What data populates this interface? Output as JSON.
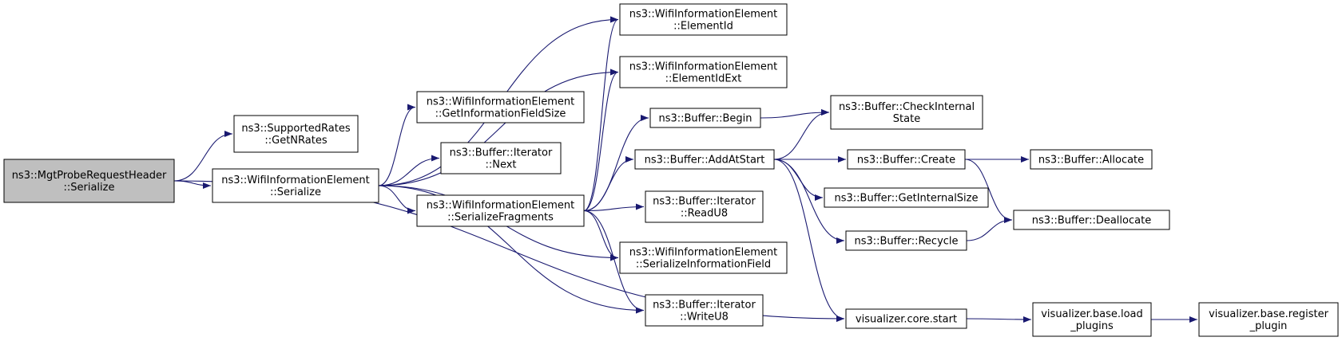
{
  "colors": {
    "node_fill": "#ffffff",
    "root_fill": "#bfbfbf",
    "node_stroke": "#000000",
    "edge": "#191970"
  },
  "nodes": [
    {
      "id": "mgt_serialize",
      "lines": [
        "ns3::MgtProbeRequestHeader",
        "::Serialize"
      ],
      "root": true
    },
    {
      "id": "supported_getnrates",
      "lines": [
        "ns3::SupportedRates",
        "::GetNRates"
      ]
    },
    {
      "id": "wie_serialize",
      "lines": [
        "ns3::WifiInformationElement",
        "::Serialize"
      ]
    },
    {
      "id": "wie_elementid",
      "lines": [
        "ns3::WifiInformationElement",
        "::ElementId"
      ]
    },
    {
      "id": "wie_elementidext",
      "lines": [
        "ns3::WifiInformationElement",
        "::ElementIdExt"
      ]
    },
    {
      "id": "wie_getinfofieldsize",
      "lines": [
        "ns3::WifiInformationElement",
        "::GetInformationFieldSize"
      ]
    },
    {
      "id": "iter_next",
      "lines": [
        "ns3::Buffer::Iterator",
        "::Next"
      ]
    },
    {
      "id": "wie_serializefragments",
      "lines": [
        "ns3::WifiInformationElement",
        "::SerializeFragments"
      ]
    },
    {
      "id": "wie_serializeinfofield",
      "lines": [
        "ns3::WifiInformationElement",
        "::SerializeInformationField"
      ]
    },
    {
      "id": "iter_writeu8",
      "lines": [
        "ns3::Buffer::Iterator",
        "::WriteU8"
      ]
    },
    {
      "id": "buffer_begin",
      "lines": [
        "ns3::Buffer::Begin"
      ]
    },
    {
      "id": "buffer_addatstart",
      "lines": [
        "ns3::Buffer::AddAtStart"
      ]
    },
    {
      "id": "iter_readu8",
      "lines": [
        "ns3::Buffer::Iterator",
        "::ReadU8"
      ]
    },
    {
      "id": "buffer_checkinternal",
      "lines": [
        "ns3::Buffer::CheckInternal",
        "State"
      ]
    },
    {
      "id": "buffer_create",
      "lines": [
        "ns3::Buffer::Create"
      ]
    },
    {
      "id": "buffer_getinternalsize",
      "lines": [
        "ns3::Buffer::GetInternalSize"
      ]
    },
    {
      "id": "buffer_recycle",
      "lines": [
        "ns3::Buffer::Recycle"
      ]
    },
    {
      "id": "buffer_allocate",
      "lines": [
        "ns3::Buffer::Allocate"
      ]
    },
    {
      "id": "buffer_deallocate",
      "lines": [
        "ns3::Buffer::Deallocate"
      ]
    },
    {
      "id": "viz_core_start",
      "lines": [
        "visualizer.core.start"
      ]
    },
    {
      "id": "viz_load_plugins",
      "lines": [
        "visualizer.base.load",
        "_plugins"
      ]
    },
    {
      "id": "viz_register_plugin",
      "lines": [
        "visualizer.base.register",
        "_plugin"
      ]
    }
  ],
  "edges": [
    [
      "mgt_serialize",
      "supported_getnrates"
    ],
    [
      "mgt_serialize",
      "wie_serialize"
    ],
    [
      "mgt_serialize",
      "viz_core_start"
    ],
    [
      "wie_serialize",
      "wie_elementid"
    ],
    [
      "wie_serialize",
      "wie_elementidext"
    ],
    [
      "wie_serialize",
      "wie_getinfofieldsize"
    ],
    [
      "wie_serialize",
      "iter_next"
    ],
    [
      "wie_serialize",
      "wie_serializefragments"
    ],
    [
      "wie_serialize",
      "wie_serializeinfofield"
    ],
    [
      "wie_serialize",
      "iter_writeu8"
    ],
    [
      "wie_serializefragments",
      "wie_elementid"
    ],
    [
      "wie_serializefragments",
      "wie_elementidext"
    ],
    [
      "wie_serializefragments",
      "buffer_begin"
    ],
    [
      "wie_serializefragments",
      "buffer_addatstart"
    ],
    [
      "wie_serializefragments",
      "iter_readu8"
    ],
    [
      "wie_serializefragments",
      "wie_serializeinfofield"
    ],
    [
      "wie_serializefragments",
      "iter_writeu8"
    ],
    [
      "buffer_begin",
      "buffer_checkinternal"
    ],
    [
      "buffer_addatstart",
      "buffer_checkinternal"
    ],
    [
      "buffer_addatstart",
      "buffer_create"
    ],
    [
      "buffer_addatstart",
      "buffer_getinternalsize"
    ],
    [
      "buffer_addatstart",
      "buffer_recycle"
    ],
    [
      "buffer_addatstart",
      "viz_core_start"
    ],
    [
      "buffer_create",
      "buffer_allocate"
    ],
    [
      "buffer_create",
      "buffer_deallocate"
    ],
    [
      "buffer_recycle",
      "buffer_deallocate"
    ],
    [
      "viz_core_start",
      "viz_load_plugins"
    ],
    [
      "viz_load_plugins",
      "viz_register_plugin"
    ]
  ]
}
